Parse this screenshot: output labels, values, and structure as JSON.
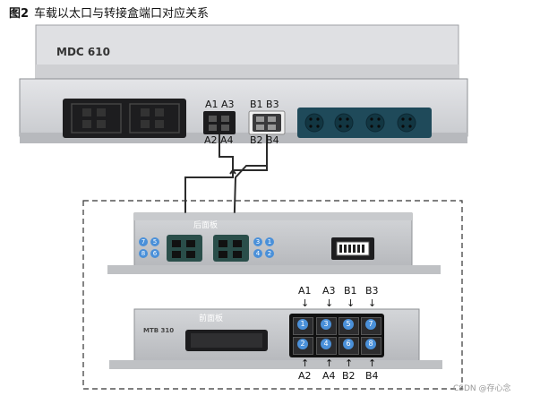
{
  "figure": {
    "title_prefix": "图2",
    "title_text": "车载以太口与转接盒端口对应关系"
  },
  "mdc": {
    "name": "MDC 610",
    "port_a_top": "A1  A3",
    "port_a_bottom": "A2  A4",
    "port_b_top": "B1  B3",
    "port_b_bottom": "B2  B4"
  },
  "rear_panel": {
    "label": "后面板",
    "left_badges": [
      "7",
      "5",
      "8",
      "6"
    ],
    "right_badges": [
      "3",
      "1",
      "4",
      "2"
    ]
  },
  "front_panel": {
    "label": "前面板",
    "device_name": "MTB 310",
    "top_labels": [
      "A1",
      "A3",
      "B1",
      "B3"
    ],
    "bottom_labels": [
      "A2",
      "A4",
      "B2",
      "B4"
    ],
    "port_numbers_top": [
      "1",
      "3",
      "5",
      "7"
    ],
    "port_numbers_bottom": [
      "2",
      "4",
      "6",
      "8"
    ]
  },
  "watermark": "CSDN @存心念"
}
